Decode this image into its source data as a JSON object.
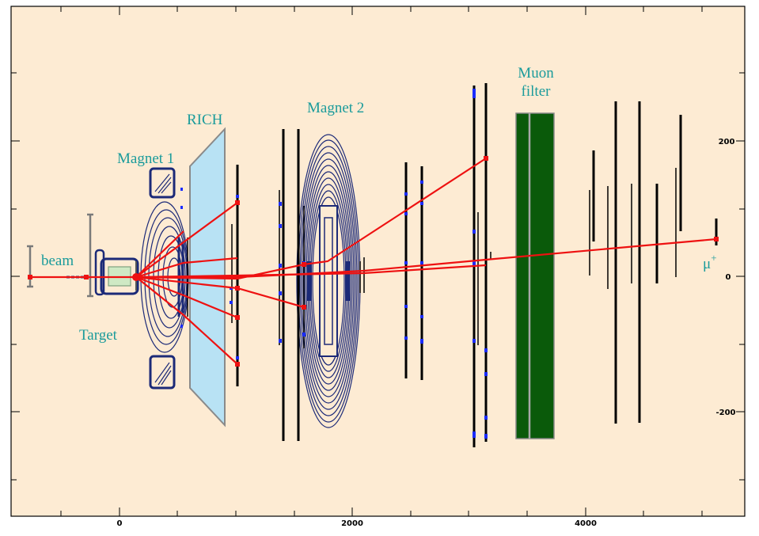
{
  "labels": {
    "beam": "beam",
    "target": "Target",
    "magnet1": "Magnet 1",
    "rich": "RICH",
    "magnet2": "Magnet 2",
    "muon_line1": "Muon",
    "muon_line2": "filter",
    "muon_particle": "μ",
    "muon_charge": "+"
  },
  "axis": {
    "x_ticks": [
      "0",
      "2000",
      "4000"
    ],
    "y_ticks": [
      "200",
      "0",
      "-200"
    ]
  },
  "colors": {
    "background": "#fdebd3",
    "label_text": "#1a9b9b",
    "track": "#ee1111",
    "hits": "#1a2cff",
    "magnet": "#1c2a78",
    "rich": "#b8e2f4",
    "muon_filter": "#0a5a0a",
    "target": "#cfe9c4"
  }
}
